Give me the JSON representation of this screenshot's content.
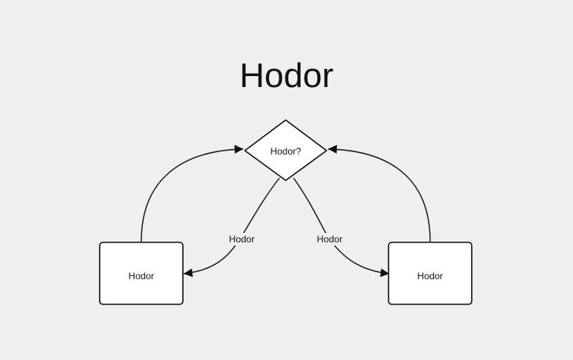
{
  "diagram": {
    "title": "Hodor",
    "decision": {
      "label": "Hodor?"
    },
    "left_box": {
      "label": "Hodor"
    },
    "right_box": {
      "label": "Hodor"
    },
    "edges": {
      "decision_to_left": {
        "label": "Hodor"
      },
      "decision_to_right": {
        "label": "Hodor"
      },
      "left_to_decision": {
        "label": ""
      },
      "right_to_decision": {
        "label": ""
      }
    }
  },
  "colors": {
    "background": "#efefef",
    "stroke": "#111111",
    "node_fill": "#ffffff"
  }
}
